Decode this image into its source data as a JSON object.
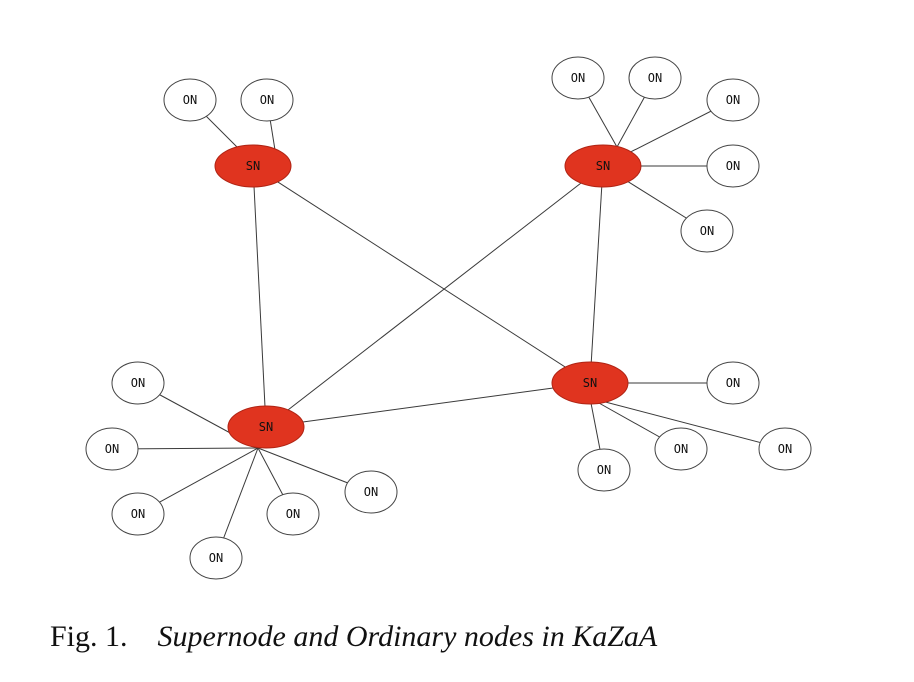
{
  "diagram": {
    "supernode_label": "SN",
    "ordinary_label": "ON",
    "colors": {
      "supernode_fill": "#e0341f",
      "ordinary_fill": "#ffffff",
      "edge": "#3a3a3a"
    },
    "supernodes": [
      {
        "id": "sn-top-left"
      },
      {
        "id": "sn-top-right"
      },
      {
        "id": "sn-bottom-left"
      },
      {
        "id": "sn-bottom-right"
      }
    ],
    "ordinary_nodes": [
      {
        "id": "on-1",
        "parent": "sn-top-left"
      },
      {
        "id": "on-2",
        "parent": "sn-top-left"
      },
      {
        "id": "on-3",
        "parent": "sn-top-right"
      },
      {
        "id": "on-4",
        "parent": "sn-top-right"
      },
      {
        "id": "on-5",
        "parent": "sn-top-right"
      },
      {
        "id": "on-6",
        "parent": "sn-top-right"
      },
      {
        "id": "on-7",
        "parent": "sn-top-right"
      },
      {
        "id": "on-8",
        "parent": "sn-bottom-left"
      },
      {
        "id": "on-9",
        "parent": "sn-bottom-left"
      },
      {
        "id": "on-10",
        "parent": "sn-bottom-left"
      },
      {
        "id": "on-11",
        "parent": "sn-bottom-left"
      },
      {
        "id": "on-12",
        "parent": "sn-bottom-left"
      },
      {
        "id": "on-13",
        "parent": "sn-bottom-left"
      },
      {
        "id": "on-14",
        "parent": "sn-bottom-right"
      },
      {
        "id": "on-15",
        "parent": "sn-bottom-right"
      },
      {
        "id": "on-16",
        "parent": "sn-bottom-right"
      },
      {
        "id": "on-17",
        "parent": "sn-bottom-right"
      }
    ],
    "supernode_links": [
      [
        "sn-top-left",
        "sn-bottom-left"
      ],
      [
        "sn-top-left",
        "sn-bottom-right"
      ],
      [
        "sn-top-right",
        "sn-bottom-left"
      ],
      [
        "sn-top-right",
        "sn-bottom-right"
      ],
      [
        "sn-bottom-left",
        "sn-bottom-right"
      ]
    ]
  },
  "caption": {
    "figure_number": "Fig. 1.",
    "text": "Supernode and Ordinary nodes in KaZaA"
  }
}
